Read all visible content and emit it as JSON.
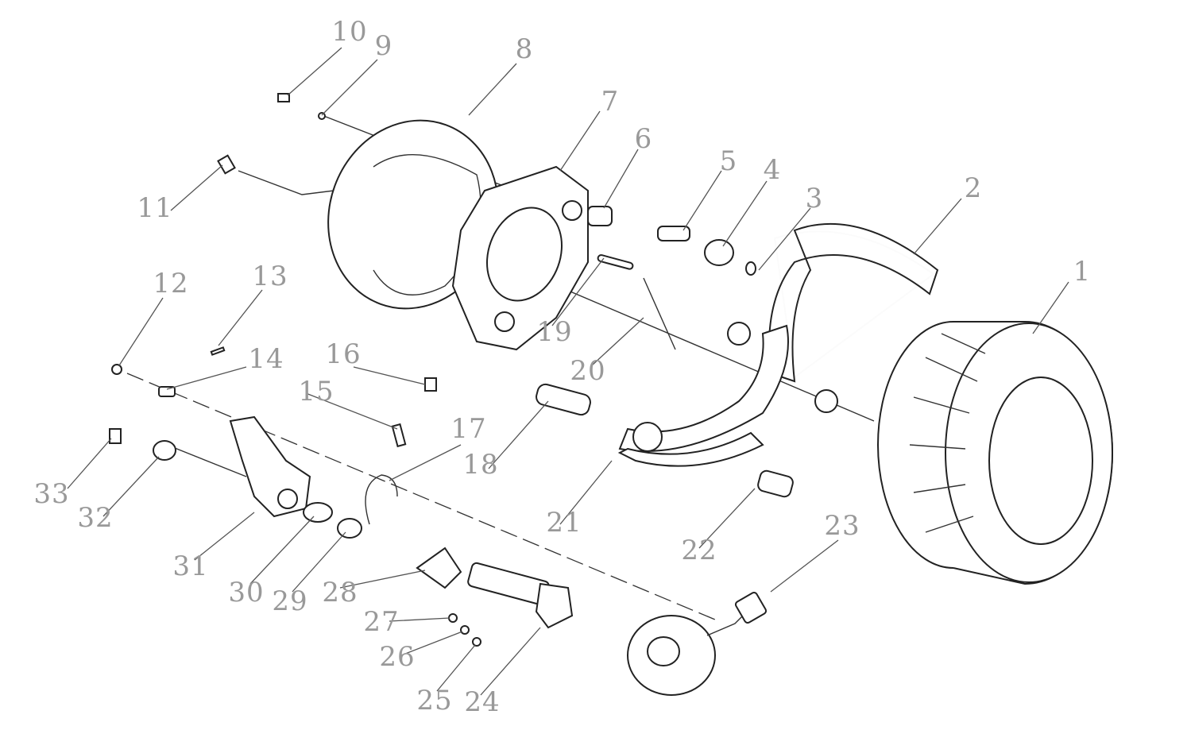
{
  "diagram": {
    "title": "Drum brake assembly exploded view",
    "labels": [
      "1",
      "2",
      "3",
      "4",
      "5",
      "6",
      "7",
      "8",
      "9",
      "10",
      "11",
      "12",
      "13",
      "14",
      "15",
      "16",
      "17",
      "18",
      "19",
      "20",
      "21",
      "22",
      "23",
      "24",
      "25",
      "26",
      "27",
      "28",
      "29",
      "30",
      "31",
      "32",
      "33"
    ]
  }
}
